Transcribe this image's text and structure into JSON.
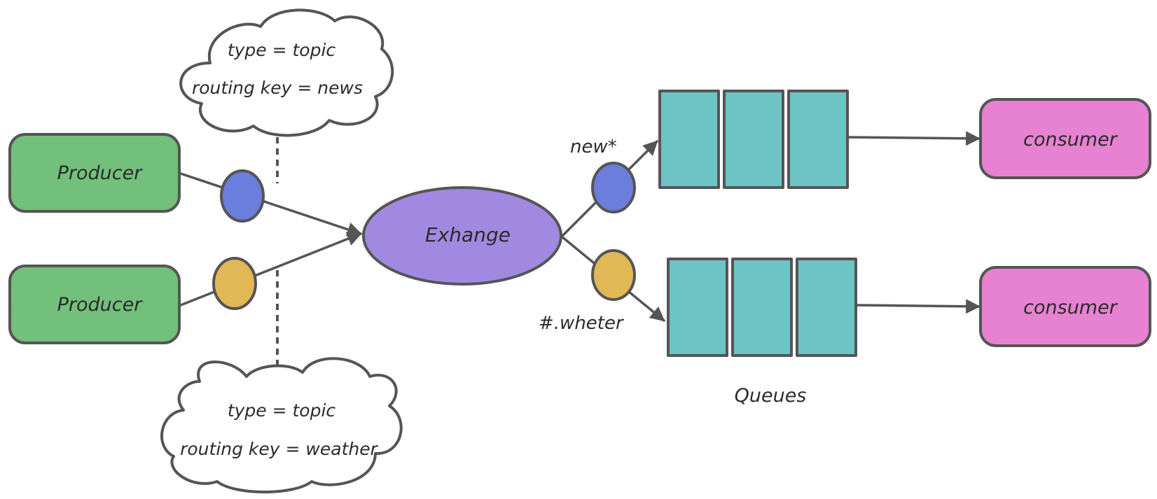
{
  "colors": {
    "producer": "#72c07b",
    "exchange": "#a189e1",
    "queue": "#6cc4c5",
    "consumer": "#e682d1",
    "blue_message": "#6b7ddd",
    "yellow_message": "#e1b855",
    "outline": "#555555"
  },
  "producers": [
    {
      "label": "Producer"
    },
    {
      "label": "Producer"
    }
  ],
  "clouds": [
    {
      "line1": "type = topic",
      "line2": "routing key = news"
    },
    {
      "line1": "type = topic",
      "line2": "routing key = weather"
    }
  ],
  "exchange": {
    "label": "Exhange"
  },
  "bindings": [
    {
      "label": "new*"
    },
    {
      "label": "#.wheter"
    }
  ],
  "queues": {
    "label": "Queues"
  },
  "consumers": [
    {
      "label": "consumer"
    },
    {
      "label": "consumer"
    }
  ]
}
